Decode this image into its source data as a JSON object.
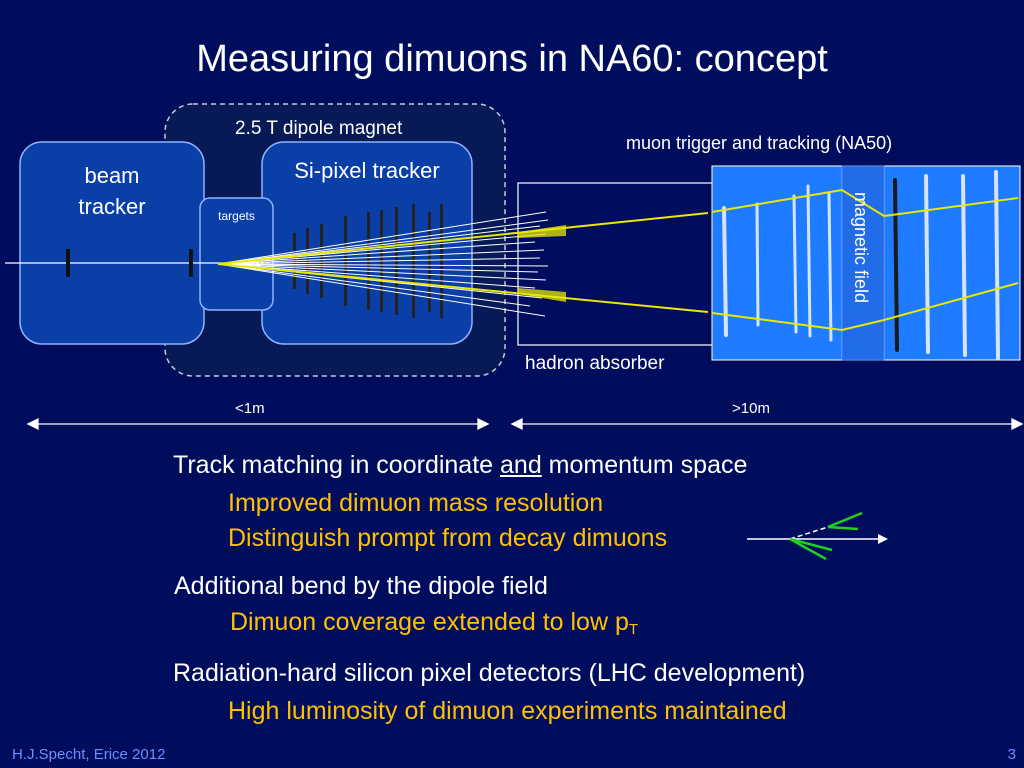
{
  "slide": {
    "title": "Measuring dimuons in NA60: concept",
    "footer_left": "H.J.Specht, Erice 2012",
    "page_number": "3"
  },
  "diagram": {
    "dipole_magnet": "2.5 T dipole magnet",
    "beam_tracker_line1": "beam",
    "beam_tracker_line2": "tracker",
    "targets": "targets",
    "si_pixel_tracker": "Si-pixel tracker",
    "muon_trigger": "muon trigger and tracking (NA50)",
    "magnetic_field": "magnetic field",
    "hadron_absorber": "hadron absorber",
    "scale_short": "<1m",
    "scale_long": ">10m"
  },
  "bullets": [
    {
      "text_before": "Track matching in coordinate ",
      "underlined": "and",
      "text_after": " momentum space",
      "sub": [
        "Improved dimuon mass resolution",
        "Distinguish prompt from decay dimuons"
      ]
    },
    {
      "text": "Additional bend by the dipole field",
      "sub_text": "Dimuon coverage extended to low p",
      "sub_subscript": "T"
    },
    {
      "text": "Radiation-hard silicon pixel detectors (LHC development)",
      "sub": [
        "High luminosity of dimuon experiments maintained"
      ]
    }
  ],
  "colors": {
    "background": "#000d5c",
    "body_text": "#ffffff",
    "highlight_text": "#ffc000",
    "box_fill": "#0a3fa8",
    "muon_region": "#1f7bff",
    "muon_track": "#e8e800",
    "decay_vertex_lines": "#1fd11f"
  }
}
